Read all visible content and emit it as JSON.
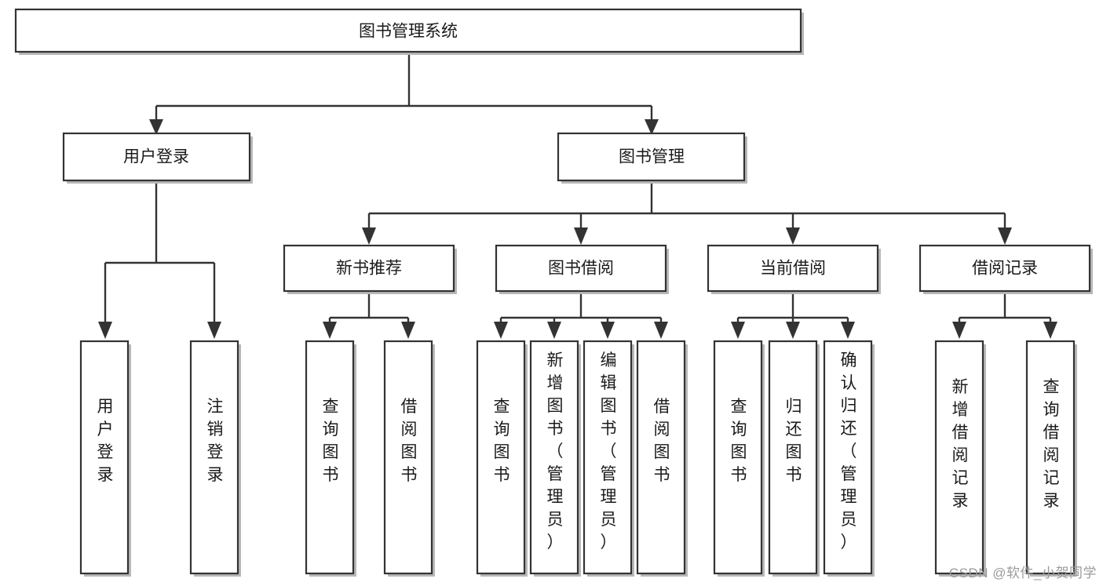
{
  "diagram": {
    "title": "图书管理系统",
    "type": "tree-hierarchy",
    "root": {
      "id": "root",
      "label": "图书管理系统",
      "orientation": "horizontal"
    },
    "level2": [
      {
        "id": "user-login",
        "label": "用户登录",
        "orientation": "horizontal"
      },
      {
        "id": "book-management",
        "label": "图书管理",
        "orientation": "horizontal"
      }
    ],
    "level3": [
      {
        "id": "new-book-recommend",
        "label": "新书推荐",
        "orientation": "horizontal",
        "parent": "book-management"
      },
      {
        "id": "book-borrow",
        "label": "图书借阅",
        "orientation": "horizontal",
        "parent": "book-management"
      },
      {
        "id": "current-borrow",
        "label": "当前借阅",
        "orientation": "horizontal",
        "parent": "book-management"
      },
      {
        "id": "borrow-record",
        "label": "借阅记录",
        "orientation": "horizontal",
        "parent": "book-management"
      }
    ],
    "leaves": [
      {
        "id": "leaf-user-login",
        "parent": "user-login",
        "label": "用户登录",
        "chars": [
          "用",
          "户",
          "登",
          "录"
        ]
      },
      {
        "id": "leaf-logout-login",
        "parent": "user-login",
        "label": "注销登录",
        "chars": [
          "注",
          "销",
          "登",
          "录"
        ]
      },
      {
        "id": "leaf-query-book-1",
        "parent": "new-book-recommend",
        "label": "查询图书",
        "chars": [
          "查",
          "询",
          "图",
          "书"
        ]
      },
      {
        "id": "leaf-borrow-book-1",
        "parent": "new-book-recommend",
        "label": "借阅图书",
        "chars": [
          "借",
          "阅",
          "图",
          "书"
        ]
      },
      {
        "id": "leaf-query-book-2",
        "parent": "book-borrow",
        "label": "查询图书",
        "chars": [
          "查",
          "询",
          "图",
          "书"
        ]
      },
      {
        "id": "leaf-add-book",
        "parent": "book-borrow",
        "label": "新增图书（管理员）",
        "chars": [
          "新",
          "增",
          "图",
          "书",
          "（",
          "管",
          "理",
          "员",
          "）"
        ]
      },
      {
        "id": "leaf-edit-book",
        "parent": "book-borrow",
        "label": "编辑图书（管理员）",
        "chars": [
          "编",
          "辑",
          "图",
          "书",
          "（",
          "管",
          "理",
          "员",
          "）"
        ]
      },
      {
        "id": "leaf-borrow-book-2",
        "parent": "book-borrow",
        "label": "借阅图书",
        "chars": [
          "借",
          "阅",
          "图",
          "书"
        ]
      },
      {
        "id": "leaf-query-book-3",
        "parent": "current-borrow",
        "label": "查询图书",
        "chars": [
          "查",
          "询",
          "图",
          "书"
        ]
      },
      {
        "id": "leaf-return-book",
        "parent": "current-borrow",
        "label": "归还图书",
        "chars": [
          "归",
          "还",
          "图",
          "书"
        ]
      },
      {
        "id": "leaf-confirm-return",
        "parent": "current-borrow",
        "label": "确认归还（管理员）",
        "chars": [
          "确",
          "认",
          "归",
          "还",
          "（",
          "管",
          "理",
          "员",
          "）"
        ]
      },
      {
        "id": "leaf-add-borrow-record",
        "parent": "borrow-record",
        "label": "新增借阅记录",
        "chars": [
          "新",
          "增",
          "借",
          "阅",
          "记",
          "录"
        ]
      },
      {
        "id": "leaf-query-borrow-record",
        "parent": "borrow-record",
        "label": "查询借阅记录",
        "chars": [
          "查",
          "询",
          "借",
          "阅",
          "记",
          "录"
        ]
      }
    ]
  },
  "watermark": {
    "text": "CSDN @软件_小贺同学"
  },
  "colors": {
    "box_stroke": "#333333",
    "box_fill": "#ffffff",
    "connector": "#333333",
    "text": "#1a1a1a",
    "watermark": "#9a9a9a",
    "background": "#ffffff"
  }
}
